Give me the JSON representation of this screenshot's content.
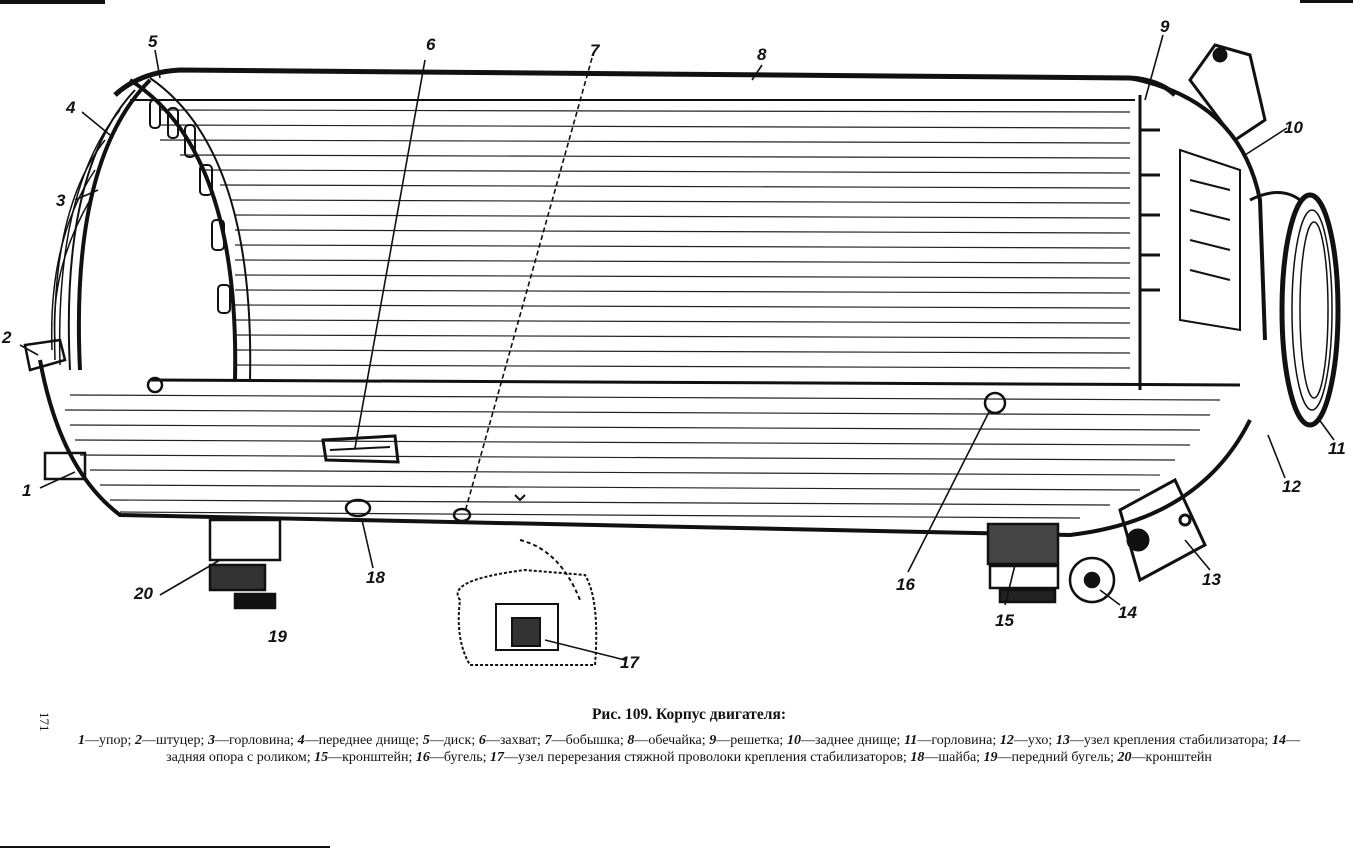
{
  "page_number": "171",
  "figure": {
    "title": "Рис. 109. Корпус двигателя:"
  },
  "callouts": [
    "1",
    "2",
    "3",
    "4",
    "5",
    "6",
    "7",
    "8",
    "9",
    "10",
    "11",
    "12",
    "13",
    "14",
    "15",
    "16",
    "17",
    "18",
    "19",
    "20"
  ],
  "legend": [
    {
      "num": "1",
      "text": "—упор; "
    },
    {
      "num": "2",
      "text": "—штуцер; "
    },
    {
      "num": "3",
      "text": "—горловина; "
    },
    {
      "num": "4",
      "text": "—переднее днище; "
    },
    {
      "num": "5",
      "text": "—диск; "
    },
    {
      "num": "6",
      "text": "—захват; "
    },
    {
      "num": "7",
      "text": "—бобышка; "
    },
    {
      "num": "8",
      "text": "—обечайка; "
    },
    {
      "num": "9",
      "text": "—решетка; "
    },
    {
      "num": "10",
      "text": "—заднее днище; "
    },
    {
      "num": "11",
      "text": "—горловина; "
    },
    {
      "num": "12",
      "text": "—ухо; "
    },
    {
      "num": "13",
      "text": "—узел крепления стабилизатора; "
    },
    {
      "num": "14",
      "text": "—задняя опора с роликом; "
    },
    {
      "num": "15",
      "text": "—кронштейн; "
    },
    {
      "num": "16",
      "text": "—бугель; "
    },
    {
      "num": "17",
      "text": "—узел перерезания стяжной проволоки крепления стабилизаторов; "
    },
    {
      "num": "18",
      "text": "—шайба; "
    },
    {
      "num": "19",
      "text": "—передний бугель; "
    },
    {
      "num": "20",
      "text": "—кронштейн"
    }
  ]
}
